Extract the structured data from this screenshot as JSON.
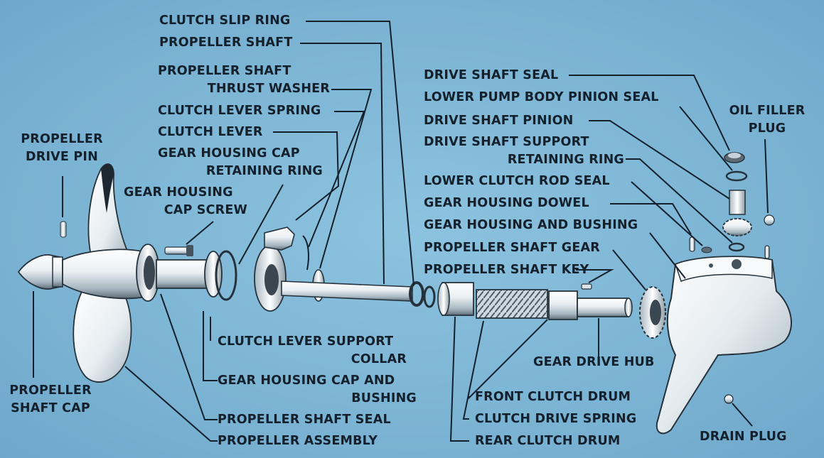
{
  "labels": {
    "clutch_slip_ring": "CLUTCH SLIP RING",
    "propeller_shaft": "PROPELLER SHAFT",
    "propeller_shaft_thrust_washer": [
      "PROPELLER SHAFT",
      "THRUST WASHER"
    ],
    "clutch_lever_spring": "CLUTCH LEVER SPRING",
    "clutch_lever": "CLUTCH LEVER",
    "gear_housing_cap_retaining_ring": [
      "GEAR HOUSING CAP",
      "RETAINING RING"
    ],
    "gear_housing_cap_screw": [
      "GEAR HOUSING",
      "CAP SCREW"
    ],
    "propeller_drive_pin": [
      "PROPELLER",
      "DRIVE PIN"
    ],
    "propeller_shaft_cap": [
      "PROPELLER",
      "SHAFT CAP"
    ],
    "clutch_lever_support_collar": [
      "CLUTCH LEVER SUPPORT",
      "COLLAR"
    ],
    "gear_housing_cap_and_bushing": [
      "GEAR HOUSING CAP AND",
      "BUSHING"
    ],
    "propeller_shaft_seal": "PROPELLER SHAFT SEAL",
    "propeller_assembly": "PROPELLER ASSEMBLY",
    "drive_shaft_seal": "DRIVE SHAFT SEAL",
    "lower_pump_body_pinion_seal": "LOWER PUMP BODY PINION SEAL",
    "drive_shaft_pinion": "DRIVE SHAFT PINION",
    "drive_shaft_support_retaining_ring": [
      "DRIVE SHAFT SUPPORT",
      "RETAINING RING"
    ],
    "lower_clutch_rod_seal": "LOWER CLUTCH ROD SEAL",
    "gear_housing_dowel": "GEAR HOUSING DOWEL",
    "gear_housing_and_bushing": "GEAR HOUSING AND BUSHING",
    "propeller_shaft_gear": "PROPELLER SHAFT GEAR",
    "propeller_shaft_key": "PROPELLER SHAFT KEY",
    "oil_filler_plug": [
      "OIL FILLER",
      "PLUG"
    ],
    "gear_drive_hub": "GEAR DRIVE HUB",
    "front_clutch_drum": "FRONT CLUTCH DRUM",
    "clutch_drive_spring": "CLUTCH DRIVE SPRING",
    "rear_clutch_drum": "REAR CLUTCH DRUM",
    "drain_plug": "DRAIN PLUG"
  },
  "colors": {
    "background": "#7fb6d6",
    "ink": "#14202b",
    "metal_light": "#f4f8fa",
    "metal_shade": "#9fb0bb"
  }
}
